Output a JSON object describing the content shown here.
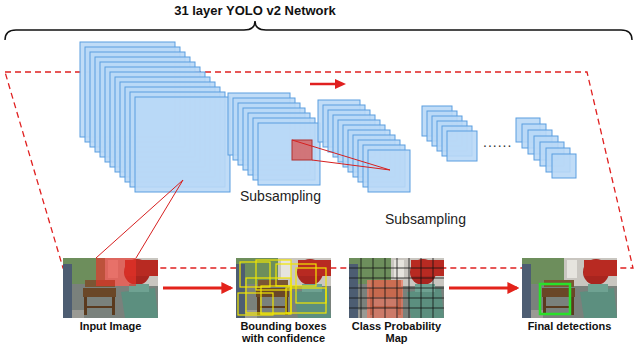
{
  "diagram": {
    "title": "31 layer YOLO v2 Network",
    "nodes": [
      {
        "text": [
          "Input Image"
        ]
      },
      {
        "text": [
          "Bounding boxes with confidence"
        ]
      },
      {
        "text": [
          "Class Probability Map"
        ]
      },
      {
        "text": [
          "Final detections"
        ]
      }
    ],
    "edges": [
      {
        "from": 0,
        "to": 1,
        "arrow": "to"
      },
      {
        "from": 2,
        "to": 3,
        "arrow": "to"
      }
    ],
    "labels": [
      "Subsampling",
      "Subsampling",
      "......"
    ]
  }
}
